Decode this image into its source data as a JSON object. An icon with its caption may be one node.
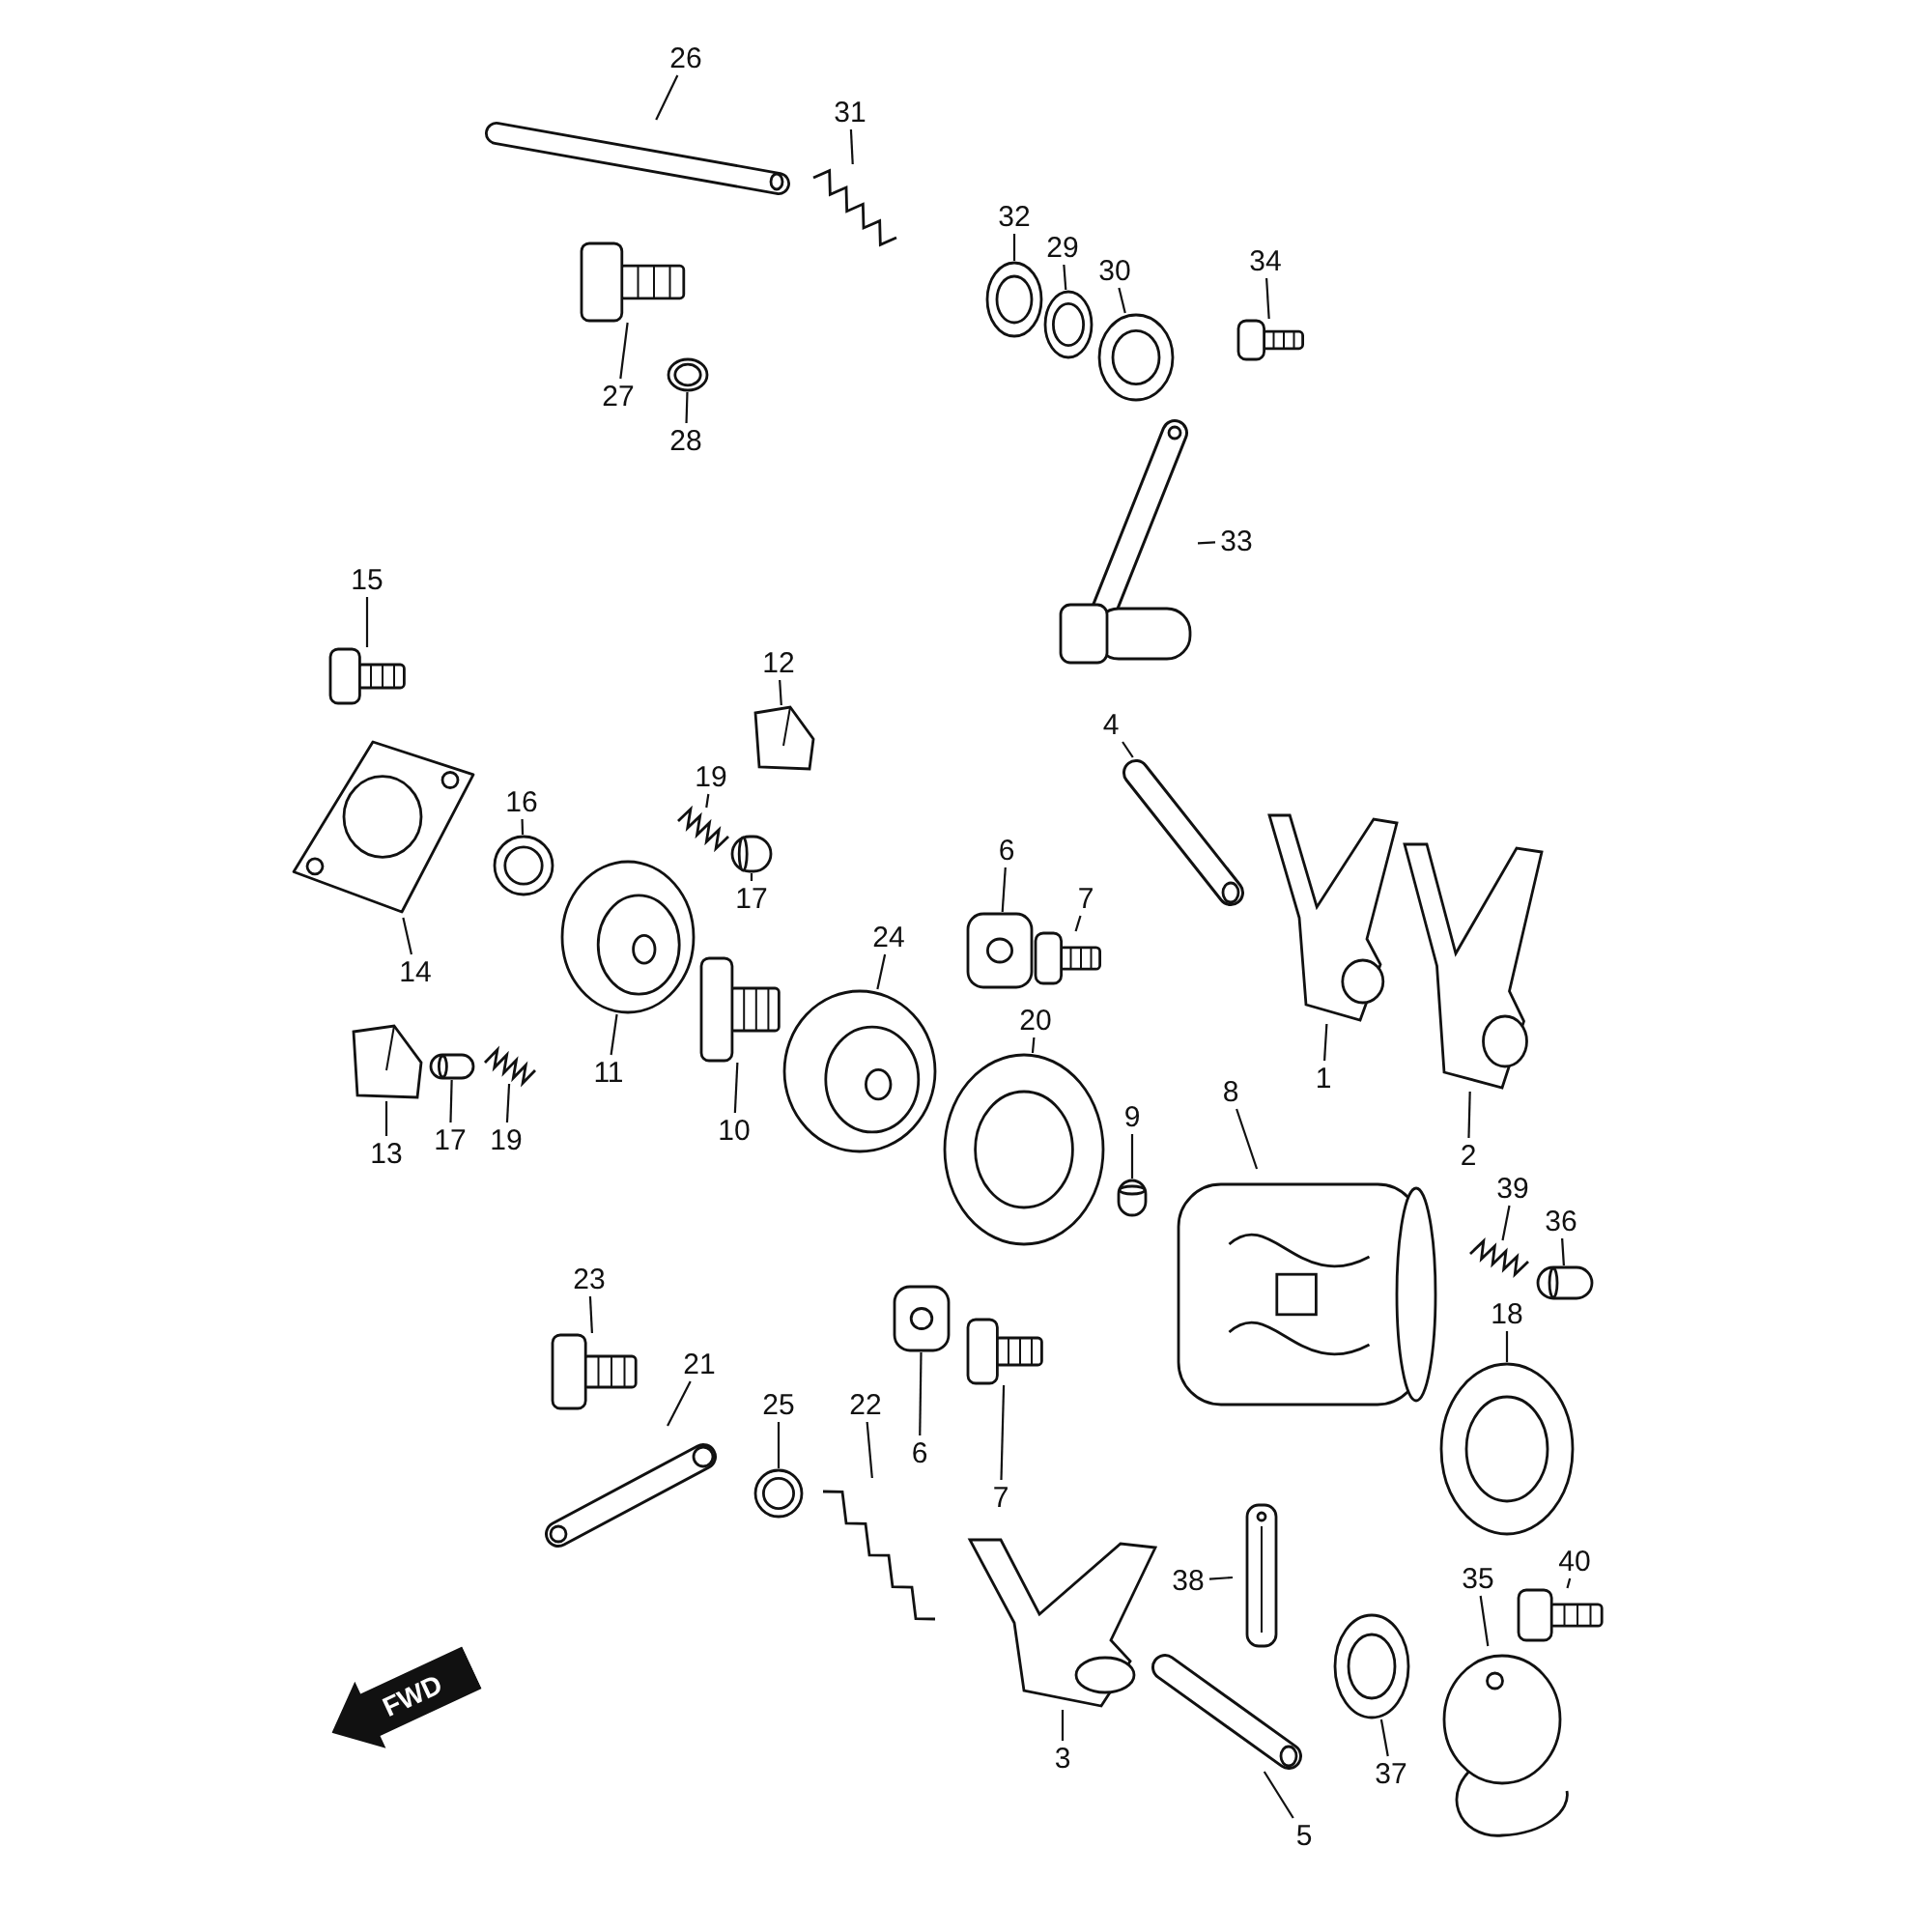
{
  "diagram": {
    "nodes": [
      {
        "text": [
          "26"
        ]
      },
      {
        "text": [],
        "shape": "picture"
      },
      {
        "text": [
          "31"
        ]
      },
      {
        "text": [],
        "shape": "picture"
      },
      {
        "text": [
          "32"
        ]
      },
      {
        "text": [],
        "shape": "picture"
      },
      {
        "text": [
          "29"
        ]
      },
      {
        "text": [],
        "shape": "picture"
      },
      {
        "text": [
          "30"
        ]
      },
      {
        "text": [],
        "shape": "picture"
      },
      {
        "text": [
          "34"
        ]
      },
      {
        "text": [],
        "shape": "picture"
      },
      {
        "text": [
          "27"
        ]
      },
      {
        "text": [],
        "shape": "picture"
      },
      {
        "text": [
          "28"
        ]
      },
      {
        "text": [],
        "shape": "picture"
      },
      {
        "text": [
          "33"
        ]
      },
      {
        "text": [],
        "shape": "picture"
      },
      {
        "text": [
          "15"
        ]
      },
      {
        "text": [],
        "shape": "picture"
      },
      {
        "text": [
          "12"
        ]
      },
      {
        "text": [],
        "shape": "picture"
      },
      {
        "text": [
          "19"
        ]
      },
      {
        "text": [],
        "shape": "picture"
      },
      {
        "text": [
          "16"
        ]
      },
      {
        "text": [],
        "shape": "picture"
      },
      {
        "text": [
          "4"
        ]
      },
      {
        "text": [],
        "shape": "cylinder"
      },
      {
        "text": [
          "6"
        ]
      },
      {
        "text": [],
        "shape": "picture"
      },
      {
        "text": [
          "1"
        ]
      },
      {
        "text": [],
        "shape": "picture"
      },
      {
        "text": [
          "17"
        ]
      },
      {
        "text": [],
        "shape": "cylinder"
      },
      {
        "text": [
          "7"
        ]
      },
      {
        "text": [],
        "shape": "picture"
      },
      {
        "text": [
          "24"
        ]
      },
      {
        "text": [],
        "shape": "picture"
      },
      {
        "text": [
          "14"
        ]
      },
      {
        "text": [],
        "shape": "picture"
      },
      {
        "text": [
          "20"
        ]
      },
      {
        "text": [],
        "shape": "picture"
      },
      {
        "text": [
          "11"
        ]
      },
      {
        "text": [],
        "shape": "picture"
      },
      {
        "text": [
          "8"
        ]
      },
      {
        "text": [],
        "shape": "picture"
      },
      {
        "text": [
          "9"
        ]
      },
      {
        "text": [],
        "shape": "cylinder"
      },
      {
        "text": [
          "10"
        ]
      },
      {
        "text": [],
        "shape": "picture"
      },
      {
        "text": [
          "13"
        ]
      },
      {
        "text": [],
        "shape": "picture"
      },
      {
        "text": [
          "17"
        ]
      },
      {
        "text": [],
        "shape": "cylinder"
      },
      {
        "text": [
          "19"
        ]
      },
      {
        "text": [],
        "shape": "picture"
      },
      {
        "text": [
          "2"
        ]
      },
      {
        "text": [],
        "shape": "picture"
      },
      {
        "text": [
          "39"
        ]
      },
      {
        "text": [],
        "shape": "picture"
      },
      {
        "text": [
          "36"
        ]
      },
      {
        "text": [],
        "shape": "cylinder"
      },
      {
        "text": [
          "23"
        ]
      },
      {
        "text": [],
        "shape": "picture"
      },
      {
        "text": [
          "18"
        ]
      },
      {
        "text": [],
        "shape": "picture"
      },
      {
        "text": [
          "21"
        ]
      },
      {
        "text": [],
        "shape": "picture"
      },
      {
        "text": [
          "25"
        ]
      },
      {
        "text": [],
        "shape": "picture"
      },
      {
        "text": [
          "22"
        ]
      },
      {
        "text": [],
        "shape": "picture"
      },
      {
        "text": [
          "6"
        ]
      },
      {
        "text": [],
        "shape": "picture"
      },
      {
        "text": [
          "7"
        ]
      },
      {
        "text": [],
        "shape": "picture"
      },
      {
        "text": [
          "38"
        ]
      },
      {
        "text": [],
        "shape": "picture"
      },
      {
        "text": [
          "40"
        ]
      },
      {
        "text": [],
        "shape": "picture"
      },
      {
        "text": [
          "35"
        ]
      },
      {
        "text": [],
        "shape": "picture"
      },
      {
        "text": [
          "3"
        ]
      },
      {
        "text": [],
        "shape": "picture"
      },
      {
        "text": [
          "37"
        ]
      },
      {
        "text": [],
        "shape": "picture"
      },
      {
        "text": [
          "5"
        ]
      },
      {
        "text": [],
        "shape": "cylinder"
      }
    ],
    "edges": [
      {
        "from": 0,
        "to": 1,
        "arrow": "none"
      },
      {
        "from": 2,
        "to": 3,
        "arrow": "none"
      },
      {
        "from": 4,
        "to": 5,
        "arrow": "none"
      },
      {
        "from": 6,
        "to": 7,
        "arrow": "none"
      },
      {
        "from": 8,
        "to": 9,
        "arrow": "none"
      },
      {
        "from": 10,
        "to": 11,
        "arrow": "none"
      },
      {
        "from": 12,
        "to": 13,
        "arrow": "none"
      },
      {
        "from": 14,
        "to": 15,
        "arrow": "none"
      },
      {
        "from": 16,
        "to": 17,
        "arrow": "none"
      },
      {
        "from": 18,
        "to": 19,
        "arrow": "none"
      },
      {
        "from": 20,
        "to": 21,
        "arrow": "none"
      },
      {
        "from": 22,
        "to": 23,
        "arrow": "none"
      },
      {
        "from": 24,
        "to": 25,
        "arrow": "none"
      },
      {
        "from": 26,
        "to": 27,
        "arrow": "none"
      },
      {
        "from": 28,
        "to": 29,
        "arrow": "none"
      },
      {
        "from": 30,
        "to": 31,
        "arrow": "none"
      },
      {
        "from": 32,
        "to": 33,
        "arrow": "none"
      },
      {
        "from": 34,
        "to": 35,
        "arrow": "none"
      },
      {
        "from": 36,
        "to": 37,
        "arrow": "none"
      },
      {
        "from": 38,
        "to": 39,
        "arrow": "none"
      },
      {
        "from": 40,
        "to": 41,
        "arrow": "none"
      },
      {
        "from": 42,
        "to": 43,
        "arrow": "none"
      },
      {
        "from": 44,
        "to": 45,
        "arrow": "none"
      },
      {
        "from": 46,
        "to": 47,
        "arrow": "none"
      },
      {
        "from": 48,
        "to": 49,
        "arrow": "none"
      },
      {
        "from": 50,
        "to": 51,
        "arrow": "none"
      },
      {
        "from": 52,
        "to": 53,
        "arrow": "none"
      },
      {
        "from": 54,
        "to": 55,
        "arrow": "none"
      },
      {
        "from": 56,
        "to": 57,
        "arrow": "none"
      },
      {
        "from": 58,
        "to": 59,
        "arrow": "none"
      },
      {
        "from": 60,
        "to": 61,
        "arrow": "none"
      },
      {
        "from": 62,
        "to": 63,
        "arrow": "none"
      },
      {
        "from": 64,
        "to": 65,
        "arrow": "none"
      },
      {
        "from": 66,
        "to": 67,
        "arrow": "none"
      },
      {
        "from": 68,
        "to": 69,
        "arrow": "none"
      },
      {
        "from": 70,
        "to": 71,
        "arrow": "none"
      },
      {
        "from": 72,
        "to": 73,
        "arrow": "none"
      },
      {
        "from": 74,
        "to": 75,
        "arrow": "none"
      },
      {
        "from": 76,
        "to": 77,
        "arrow": "none"
      },
      {
        "from": 78,
        "to": 79,
        "arrow": "none"
      },
      {
        "from": 80,
        "to": 81,
        "arrow": "none"
      },
      {
        "from": 82,
        "to": 83,
        "arrow": "none"
      },
      {
        "from": 84,
        "to": 85,
        "arrow": "none"
      },
      {
        "from": 86,
        "to": 87,
        "arrow": "none"
      }
    ],
    "labels": [
      "FWD"
    ]
  }
}
